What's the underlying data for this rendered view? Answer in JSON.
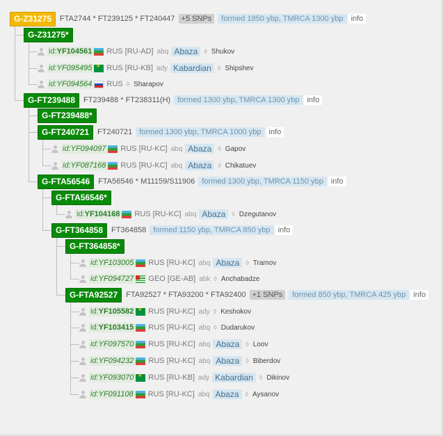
{
  "root": {
    "name": "G-Z31275",
    "snps": "FTA2744 * FT239125 * FT240447",
    "extra": "+5 SNPs",
    "formed": "formed 1850 ybp, TMRCA 1300 ybp",
    "info": "info"
  },
  "nodes": [
    {
      "name": "G-Z31275*"
    },
    {
      "name": "G-FT239488",
      "snps": "FT239488 * FT238311(H)",
      "formed": "formed 1300 ybp, TMRCA 1300 ybp",
      "info": "info"
    },
    {
      "name": "G-FT239488*"
    },
    {
      "name": "G-FT240721",
      "snps": "FT240721",
      "formed": "formed 1300 ybp, TMRCA 1000 ybp",
      "info": "info"
    },
    {
      "name": "G-FTA56546",
      "snps": "FTA56546 * M11159/S11906",
      "formed": "formed 1300 ybp, TMRCA 1150 ybp",
      "info": "info"
    },
    {
      "name": "G-FTA56546*"
    },
    {
      "name": "G-FT364858",
      "snps": "FT364858",
      "formed": "formed 1150 ybp, TMRCA 850 ybp",
      "info": "info"
    },
    {
      "name": "G-FT364858*"
    },
    {
      "name": "G-FTA92527",
      "snps": "FTA92527 * FTA93200 * FTA92400",
      "extra": "+1 SNPs",
      "formed": "formed 850 ybp, TMRCA 425 ybp",
      "info": "info"
    }
  ],
  "samples": [
    {
      "prefix": "id:",
      "id": "YF104561",
      "flag": "kchr-flag",
      "country": "RUS [RU-AD]",
      "lang": "abq",
      "ethnicity": "Abaza",
      "surname": "Shukov"
    },
    {
      "prefix": "id:",
      "id": "YF095495",
      "flag": "adygea-flag",
      "country": "RUS [RU-KB]",
      "lang": "ady",
      "ethnicity": "Kabardian",
      "surname": "Shipshev"
    },
    {
      "prefix": "id:",
      "id": "YF094564",
      "flag": "russia-flag",
      "country": "RUS",
      "lang": "",
      "ethnicity": "",
      "surname": "Sharapov"
    },
    {
      "prefix": "id:",
      "id": "YF094097",
      "flag": "kchr-flag",
      "country": "RUS [RU-KC]",
      "lang": "abq",
      "ethnicity": "Abaza",
      "surname": "Gapov"
    },
    {
      "prefix": "id:",
      "id": "YF087168",
      "flag": "kchr-flag",
      "country": "RUS [RU-KC]",
      "lang": "abq",
      "ethnicity": "Abaza",
      "surname": "Chikatuev"
    },
    {
      "prefix": "id:",
      "id": "YF104168",
      "flag": "kchr-flag",
      "country": "RUS [RU-KC]",
      "lang": "abq",
      "ethnicity": "Abaza",
      "surname": "Dzegutanov"
    },
    {
      "prefix": "id:",
      "id": "YF103005",
      "flag": "kchr-flag",
      "country": "RUS [RU-KC]",
      "lang": "abq",
      "ethnicity": "Abaza",
      "surname": "Tramov"
    },
    {
      "prefix": "id:",
      "id": "YF094727",
      "flag": "abkhazia-flag",
      "country": "GEO [GE-AB]",
      "lang": "abk",
      "ethnicity": "",
      "surname": "Anchabadze"
    },
    {
      "prefix": "id:",
      "id": "YF105582",
      "flag": "adygea-flag",
      "country": "RUS [RU-KC]",
      "lang": "ady",
      "ethnicity": "",
      "surname": "Keshokov"
    },
    {
      "prefix": "id:",
      "id": "YF103415",
      "flag": "kchr-flag",
      "country": "RUS [RU-KC]",
      "lang": "abq",
      "ethnicity": "",
      "surname": "Dudarukov"
    },
    {
      "prefix": "id:",
      "id": "YF097570",
      "flag": "kchr-flag",
      "country": "RUS [RU-KC]",
      "lang": "abq",
      "ethnicity": "Abaza",
      "surname": "Loov"
    },
    {
      "prefix": "id:",
      "id": "YF094232",
      "flag": "kchr-flag",
      "country": "RUS [RU-KC]",
      "lang": "abq",
      "ethnicity": "Abaza",
      "surname": "Biberdov"
    },
    {
      "prefix": "id:",
      "id": "YF093070",
      "flag": "adygea-flag",
      "country": "RUS [RU-KB]",
      "lang": "ady",
      "ethnicity": "Kabardian",
      "surname": "Dikinov"
    },
    {
      "prefix": "id:",
      "id": "YF091108",
      "flag": "kchr-flag",
      "country": "RUS [RU-KC]",
      "lang": "abq",
      "ethnicity": "Abaza",
      "surname": "Aysanov"
    }
  ],
  "colors": {
    "haplogroup": "#0a8a0a",
    "root": "#f3b900",
    "formed_bg": "#d6e6f1"
  }
}
